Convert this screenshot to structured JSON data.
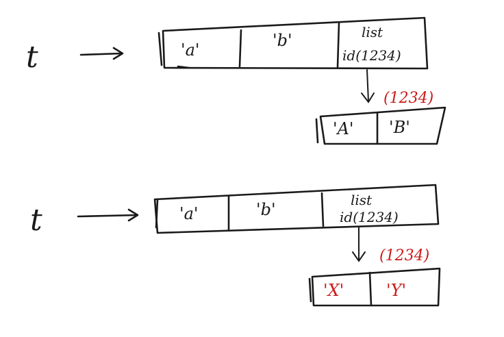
{
  "colors": {
    "ink": "#1a1a1a",
    "red": "#cc1a1a"
  },
  "diagrams": [
    {
      "variable": "t",
      "tuple_cells": [
        "'a'",
        "'b'"
      ],
      "list_ref": {
        "type_label": "list",
        "id_label": "id(1234)"
      },
      "list_id": "(1234)",
      "list_cells": [
        "'A'",
        "'B'"
      ]
    },
    {
      "variable": "t",
      "tuple_cells": [
        "'a'",
        "'b'"
      ],
      "list_ref": {
        "type_label": "list",
        "id_label": "id(1234)"
      },
      "list_id": "(1234)",
      "list_cells": [
        "'X'",
        "'Y'"
      ]
    }
  ]
}
